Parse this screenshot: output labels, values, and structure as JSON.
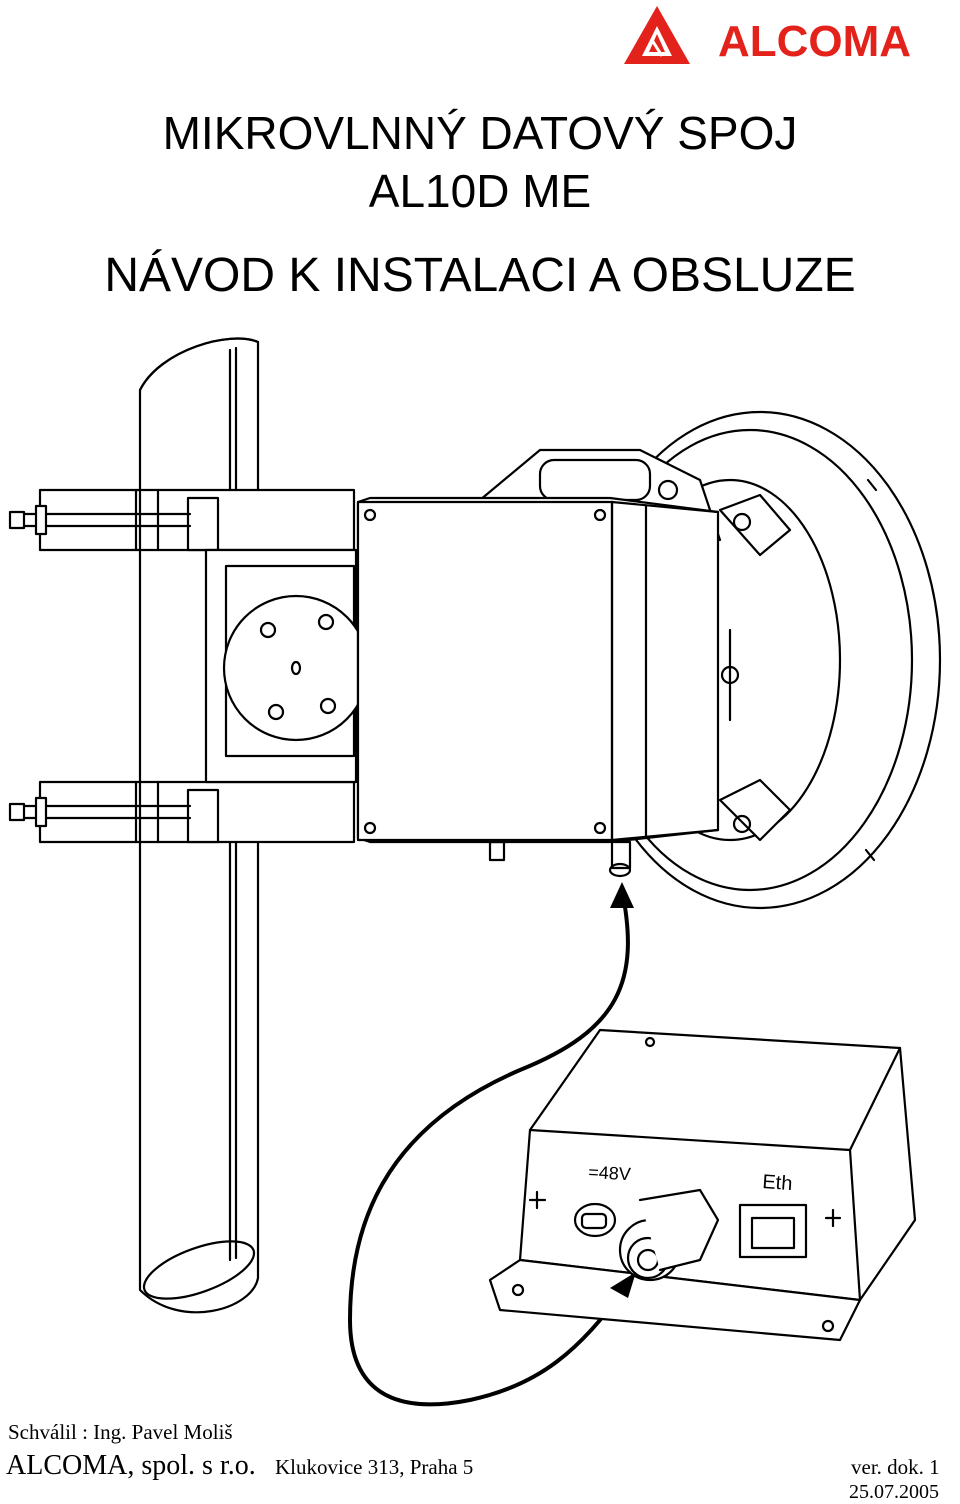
{
  "logo": {
    "text": "ALCOMA",
    "brand_color": "#e3231b",
    "icon": "alcoma-triangle-icon"
  },
  "title": {
    "line1": "MIKROVLNNÝ DATOVÝ SPOJ",
    "line2": "AL10D ME",
    "line3": "NÁVOD K INSTALACI A OBSLUZE"
  },
  "drawing": {
    "psu_label_power": "=48V",
    "psu_label_eth": "Eth"
  },
  "footer": {
    "approved": "Schválil : Ing. Pavel Moliš",
    "company": "ALCOMA, spol. s r.o.",
    "address": "Klukovice 313, Praha 5",
    "version": "ver. dok. 1",
    "date": "25.07.2005"
  }
}
